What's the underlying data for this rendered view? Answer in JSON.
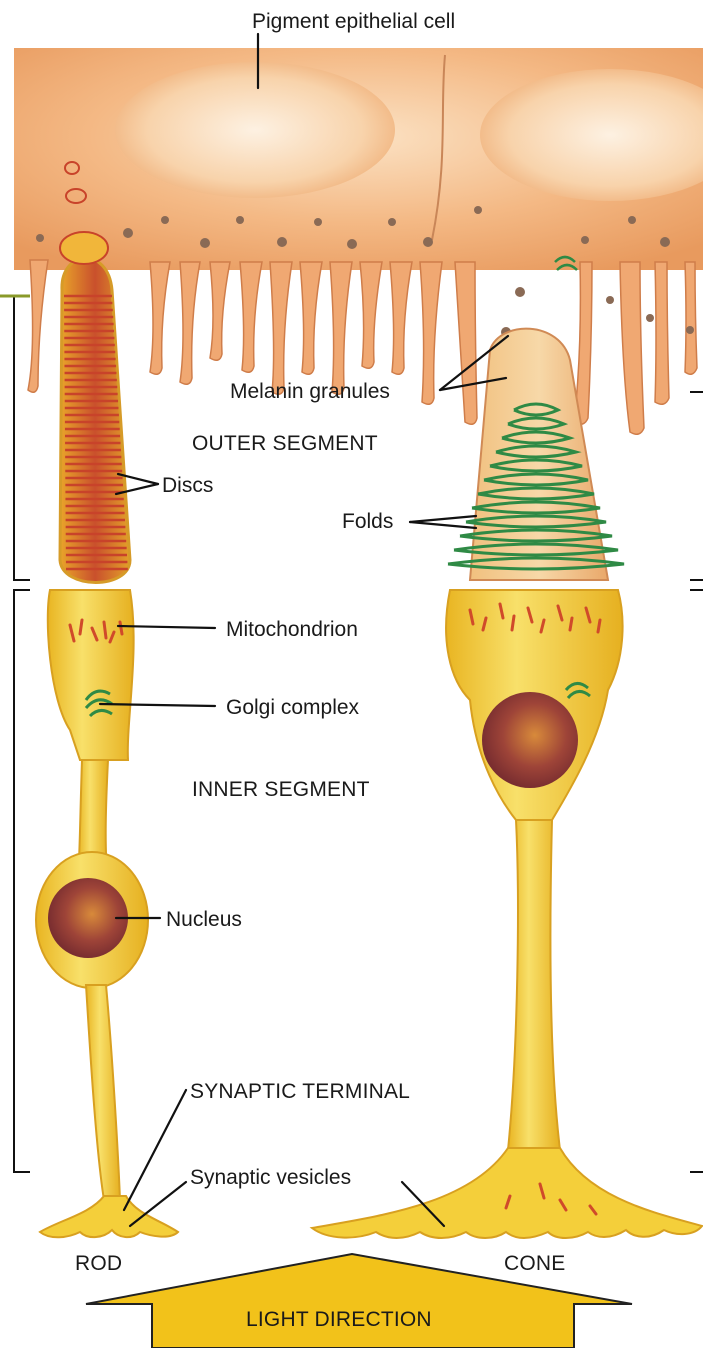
{
  "labels": {
    "pigment_epithelial_cell": "Pigment epithelial cell",
    "melanin_granules": "Melanin granules",
    "outer_segment": "OUTER SEGMENT",
    "discs": "Discs",
    "folds": "Folds",
    "mitochondrion": "Mitochondrion",
    "golgi_complex": "Golgi complex",
    "inner_segment": "INNER SEGMENT",
    "nucleus": "Nucleus",
    "synaptic_terminal": "SYNAPTIC TERMINAL",
    "synaptic_vesicles": "Synaptic vesicles",
    "rod": "ROD",
    "cone": "CONE",
    "light_direction": "LIGHT DIRECTION"
  },
  "colors": {
    "pigment_cell": "#f2b27a",
    "cell_body": "#f0cf3a",
    "rod_discs": "#c8432a",
    "cone_folds": "#2f8a45",
    "nucleus": "#8e3a3a",
    "arrow": "#f2c21a"
  }
}
